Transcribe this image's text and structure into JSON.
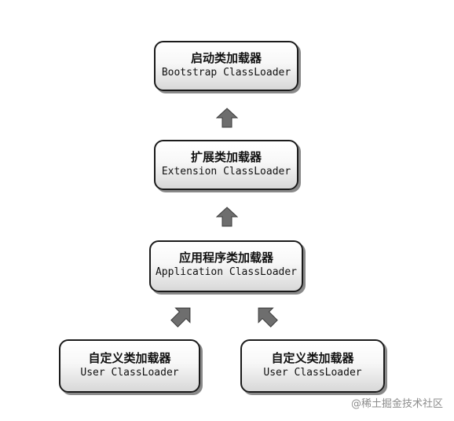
{
  "loaders": {
    "bootstrap": {
      "cn": "启动类加载器",
      "en": "Bootstrap ClassLoader"
    },
    "extension": {
      "cn": "扩展类加载器",
      "en": "Extension ClassLoader"
    },
    "application": {
      "cn": "应用程序类加载器",
      "en": "Application ClassLoader"
    },
    "user_left": {
      "cn": "自定义类加载器",
      "en": "User ClassLoader"
    },
    "user_right": {
      "cn": "自定义类加载器",
      "en": "User ClassLoader"
    }
  },
  "watermark": "@稀土掘金技术社区",
  "colors": {
    "border": "#1a1a1a",
    "arrow": "#6e6e6e",
    "box_bottom": "#d8d8d8",
    "watermark": "#8c8c8c"
  }
}
